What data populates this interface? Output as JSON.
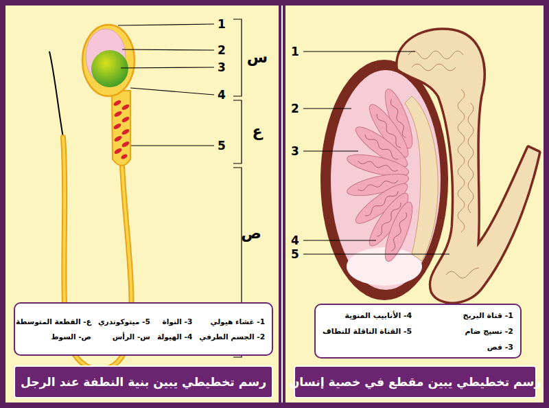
{
  "diagram": {
    "nodes": [
      {
        "text": [
          "1- قناة البربخ",
          "4- الأنابيب المنوية",
          "2- نسيج ضام",
          "5- القناة الناقلة للنطاف",
          "3- فص"
        ]
      },
      {
        "text": [
          "رسم تخطيطي يبين مقطع في خصية إنسان"
        ]
      },
      {
        "text": [
          "1- غشاء هيولي",
          "3- النواة",
          "5- ميتوكوندري",
          "ع- القطعة المتوسطة",
          "2- الجسم الطرفي",
          "4- الهيولة",
          "س- الرأس",
          "ص- السوط"
        ]
      },
      {
        "text": [
          "رسم تخطيطي يبين بنية النطفة عند الرجل"
        ]
      }
    ],
    "labels": [
      "1",
      "2",
      "3",
      "4",
      "5",
      "س",
      "ع",
      "ص",
      "1",
      "2",
      "3",
      "4",
      "5"
    ]
  }
}
